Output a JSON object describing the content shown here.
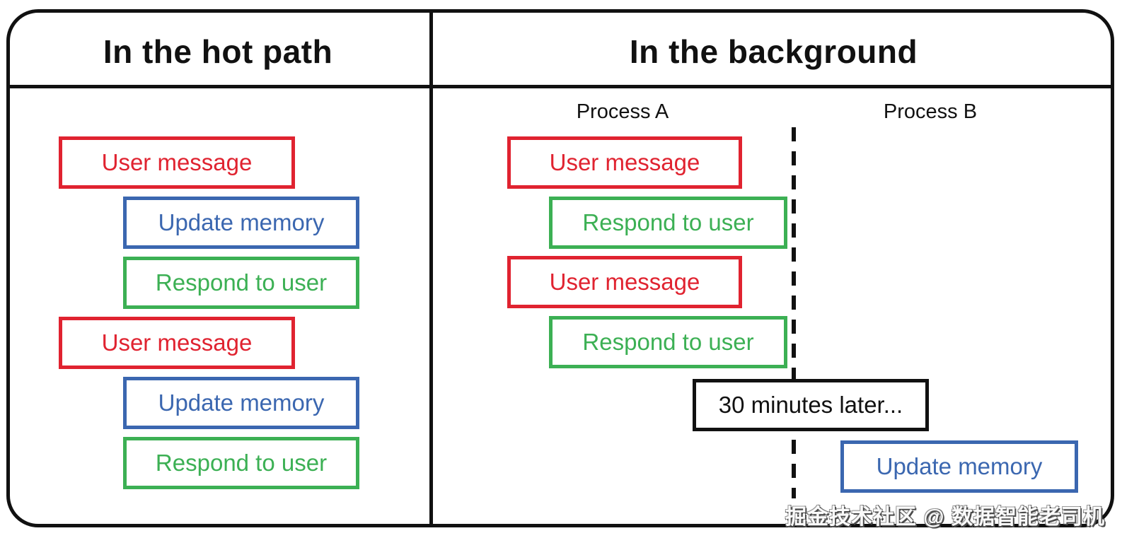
{
  "diagram": {
    "left_panel": {
      "title": "In the hot path",
      "boxes": [
        {
          "label": "User message",
          "kind": "user-message"
        },
        {
          "label": "Update memory",
          "kind": "update-memory"
        },
        {
          "label": "Respond to user",
          "kind": "respond-to-user"
        },
        {
          "label": "User message",
          "kind": "user-message"
        },
        {
          "label": "Update memory",
          "kind": "update-memory"
        },
        {
          "label": "Respond to user",
          "kind": "respond-to-user"
        }
      ]
    },
    "right_panel": {
      "title": "In the background",
      "process_a_label": "Process A",
      "process_b_label": "Process B",
      "process_a_boxes": [
        {
          "label": "User message",
          "kind": "user-message"
        },
        {
          "label": "Respond to user",
          "kind": "respond-to-user"
        },
        {
          "label": "User message",
          "kind": "user-message"
        },
        {
          "label": "Respond to user",
          "kind": "respond-to-user"
        }
      ],
      "timeline_note": "30 minutes later...",
      "process_b_boxes": [
        {
          "label": "Update memory",
          "kind": "update-memory"
        }
      ]
    },
    "watermark": "掘金技术社区 @ 数据智能老司机"
  },
  "colors": {
    "user_message_red": "#e02330",
    "update_memory_blue": "#3b67b0",
    "respond_to_user_green": "#3cb054",
    "ink_black": "#111111"
  }
}
